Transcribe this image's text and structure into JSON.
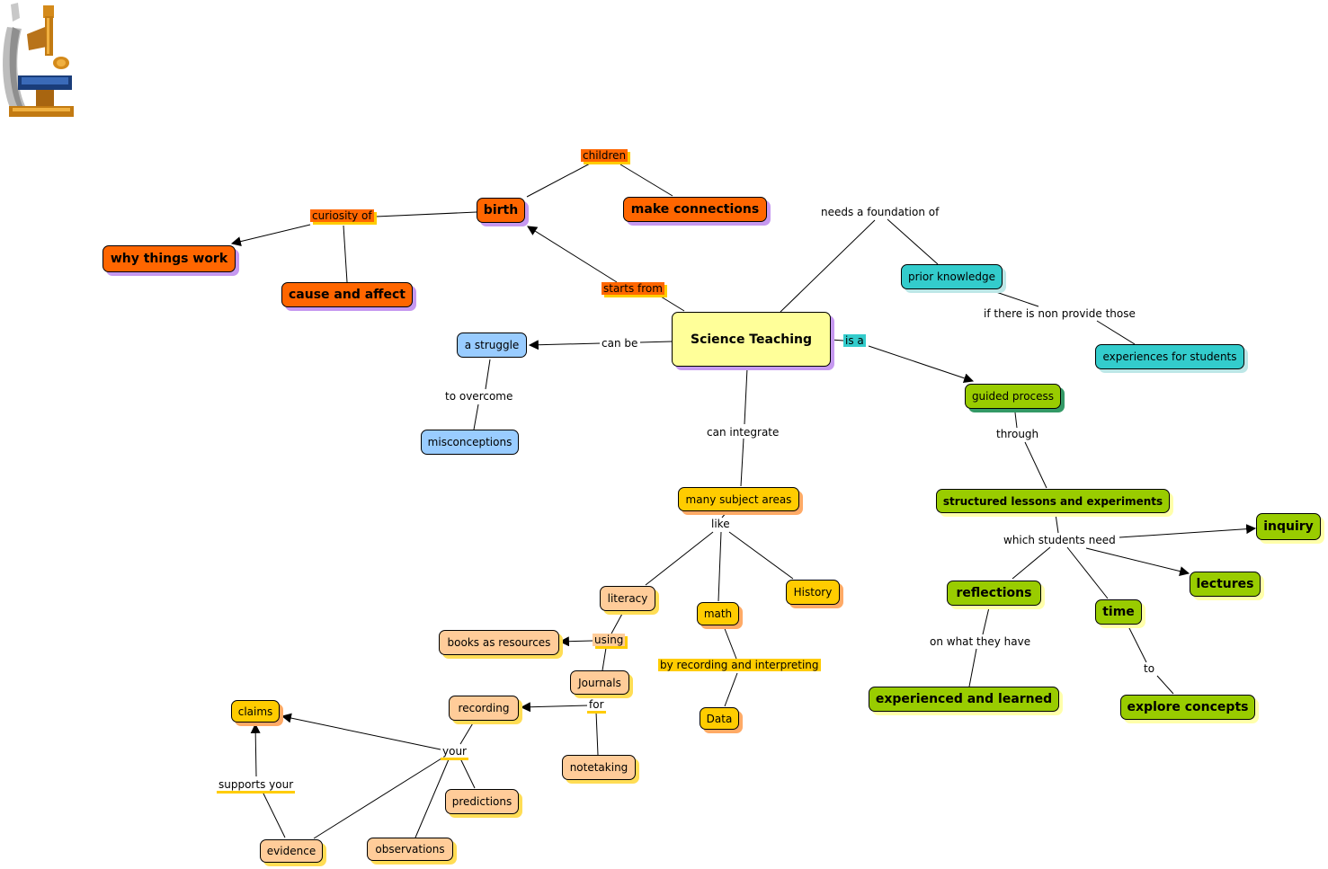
{
  "nodes": {
    "science_teaching": "Science Teaching",
    "birth": "birth",
    "make_connections": "make connections",
    "why_things_work": "why things work",
    "cause_and_affect": "cause and affect",
    "a_struggle": "a struggle",
    "misconceptions": "misconceptions",
    "prior_knowledge": "prior knowledge",
    "experiences_for_students": "experiences for students",
    "guided_process": "guided process",
    "structured_lessons": "structured lessons and experiments",
    "inquiry": "inquiry",
    "lectures": "lectures",
    "reflections": "reflections",
    "time": "time",
    "experienced_and_learned": "experienced and learned",
    "explore_concepts": "explore concepts",
    "many_subject_areas": "many subject areas",
    "literacy": "literacy",
    "math": "math",
    "history": "History",
    "books_as_resources": "books as resources",
    "journals": "Journals",
    "recording": "recording",
    "notetaking": "notetaking",
    "data": "Data",
    "claims": "claims",
    "predictions": "predictions",
    "evidence": "evidence",
    "observations": "observations"
  },
  "links": {
    "children": "children",
    "curiosity_of": "curiosity of",
    "starts_from": "starts from",
    "can_be": "can be",
    "to_overcome": "to overcome",
    "needs_a_foundation_of": "needs a foundation of",
    "if_there_is_non": "if there is non provide those",
    "is_a": "is a",
    "through": "through",
    "which_students_need": "which students need",
    "on_what_they_have": "on what they have",
    "to": "to",
    "can_integrate": "can integrate",
    "like": "like",
    "using": "using",
    "by_recording": "by recording and interpreting",
    "for": "for",
    "your": "your",
    "supports_your": "supports your"
  },
  "icons": {
    "logo": "microscope-icon"
  },
  "colors": {
    "orange": "#ff6600",
    "yellow": "#ffff99",
    "cyan": "#33cccc",
    "blue": "#99ccff",
    "gold": "#ffcc00",
    "peach": "#ffcc99",
    "green": "#99cc00"
  }
}
